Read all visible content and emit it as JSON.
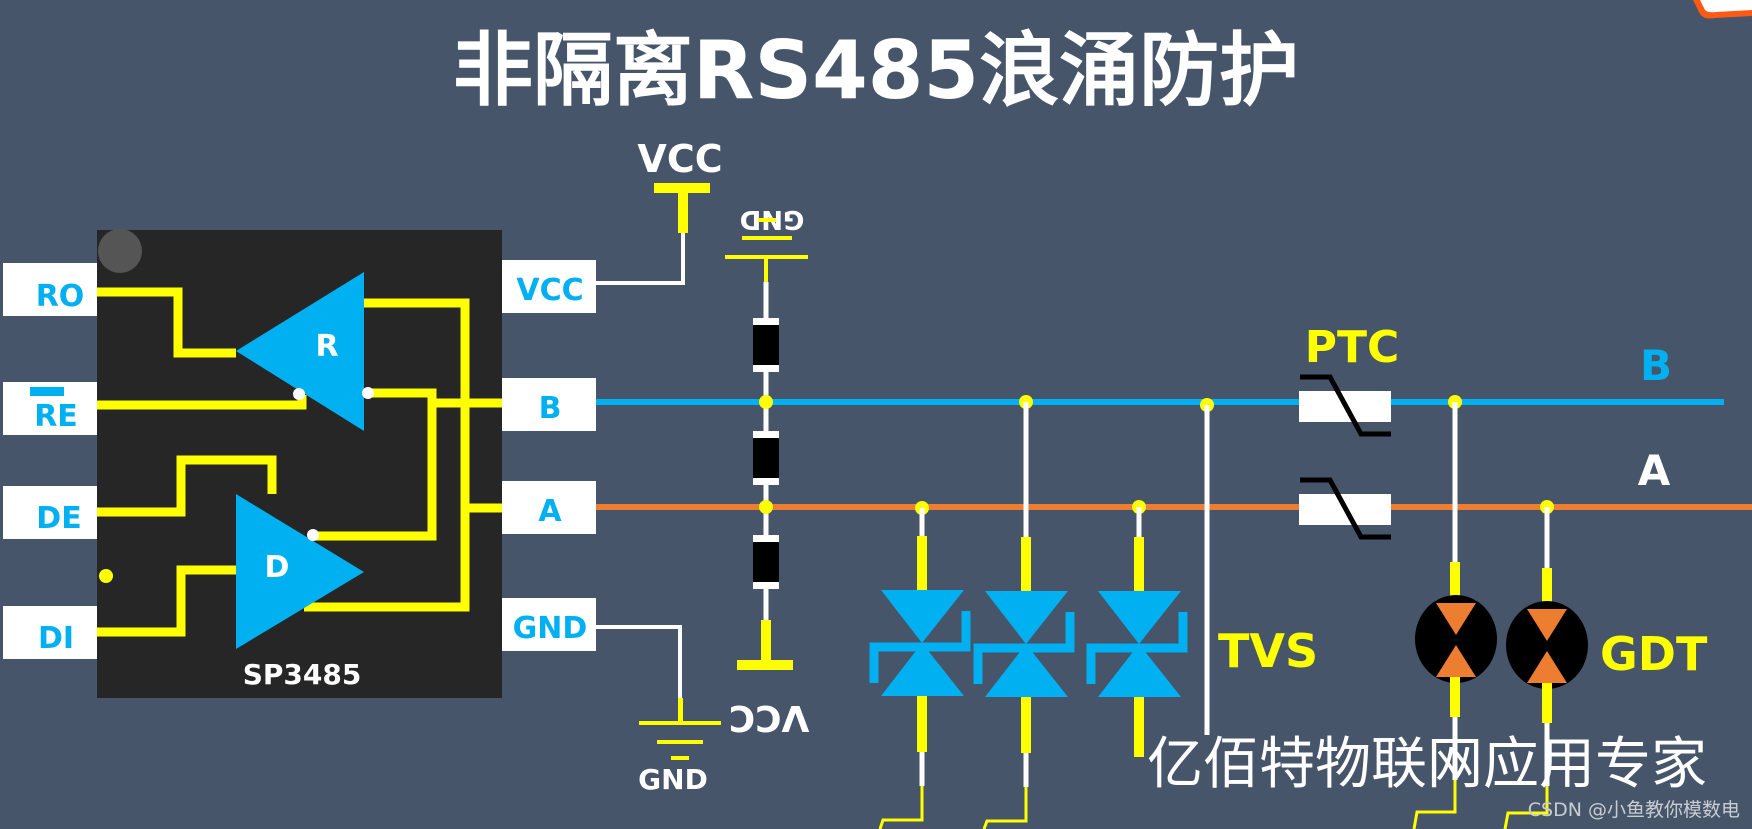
{
  "title": "非隔离RS485浪涌防护",
  "chip": {
    "name": "SP3485",
    "left_pins": [
      "RO",
      "RE",
      "DE",
      "DI"
    ],
    "right_pins": [
      "VCC",
      "B",
      "A",
      "GND"
    ],
    "receiver_label": "R",
    "driver_label": "D"
  },
  "power": {
    "vcc_top": "VCC",
    "gnd_top": "GND",
    "vcc_bottom": "VCC",
    "gnd_bottom": "GND"
  },
  "bus": {
    "b_label": "B",
    "a_label": "A",
    "b_color": "#00b0f0",
    "a_color": "#ed7d31"
  },
  "components": {
    "ptc": "PTC",
    "tvs": "TVS",
    "gdt": "GDT"
  },
  "watermark": "亿佰特物联网应用专家",
  "credit": "CSDN @小鱼教你模数电",
  "colors": {
    "background": "#465569",
    "chip": "#262626",
    "trace": "#ffff00",
    "accent": "#00b0f0"
  }
}
